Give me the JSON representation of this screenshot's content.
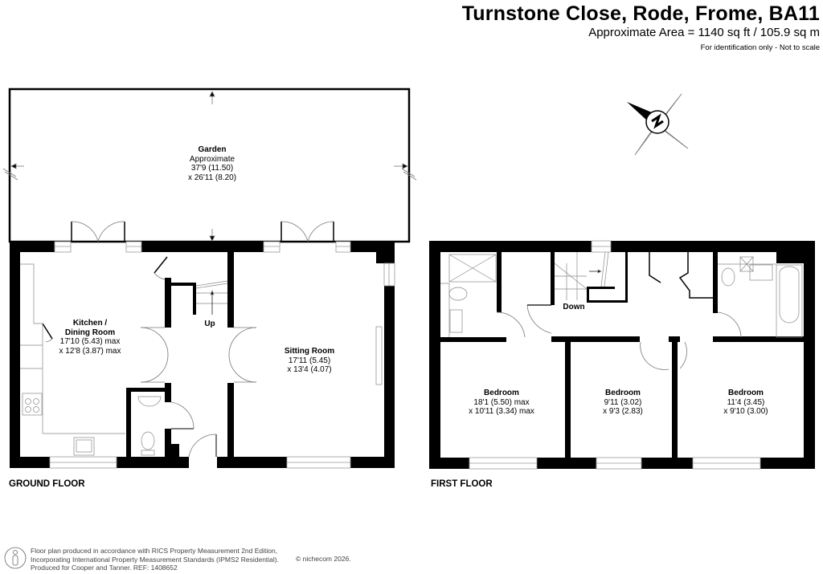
{
  "header": {
    "title": "Turnstone Close, Rode, Frome, BA11",
    "area": "Approximate Area = 1140 sq ft / 105.9 sq m",
    "disclaimer": "For identification only - Not to scale"
  },
  "compass": {
    "label": "N",
    "icon": "north-compass-icon"
  },
  "floors": [
    {
      "label": "GROUND FLOOR",
      "rooms": [
        {
          "name": "Garden",
          "lines": [
            "Approximate",
            "37'9 (11.50)",
            "x 26'11 (8.20)"
          ]
        },
        {
          "name": "Kitchen /",
          "name2": "Dining Room",
          "lines": [
            "17'10 (5.43) max",
            "x 12'8 (3.87) max"
          ]
        },
        {
          "name": "Sitting Room",
          "lines": [
            "17'11 (5.45)",
            "x 13'4 (4.07)"
          ]
        }
      ],
      "annotations": {
        "stairs": "Up"
      }
    },
    {
      "label": "FIRST FLOOR",
      "rooms": [
        {
          "name": "Bedroom",
          "lines": [
            "18'1 (5.50) max",
            "x 10'11 (3.34) max"
          ]
        },
        {
          "name": "Bedroom",
          "lines": [
            "9'11 (3.02)",
            "x 9'3 (2.83)"
          ]
        },
        {
          "name": "Bedroom",
          "lines": [
            "11'4 (3.45)",
            "x 9'10 (3.00)"
          ]
        }
      ],
      "annotations": {
        "stairs": "Down"
      }
    }
  ],
  "footer": {
    "lines": [
      "Floor plan produced in accordance with RICS Property Measurement 2nd Edition,",
      "Incorporating International Property Measurement Standards (IPMS2 Residential).",
      "Produced for Cooper and Tanner.   REF: 1408652"
    ],
    "copyright": "© nichecom 2026."
  },
  "colors": {
    "wall": "#000000",
    "fixture": "#888888",
    "background": "#ffffff"
  }
}
